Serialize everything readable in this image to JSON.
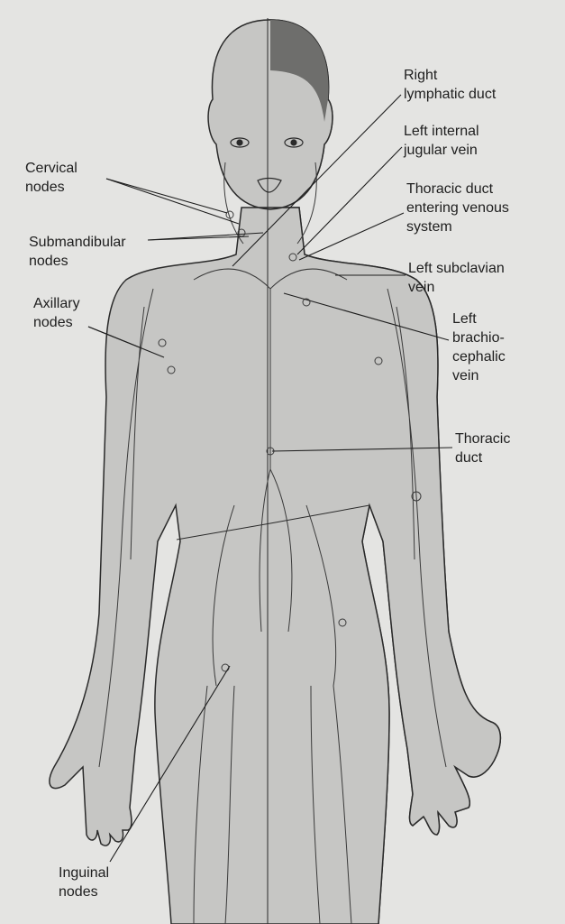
{
  "labels": {
    "right_lymphatic_duct": [
      "Right",
      "lymphatic duct"
    ],
    "left_internal_jugular_vein": [
      "Left internal",
      "jugular vein"
    ],
    "thoracic_duct_entering": [
      "Thoracic duct",
      "entering venous",
      "system"
    ],
    "left_subclavian_vein": [
      "Left subclavian",
      "vein"
    ],
    "left_brachiocephalic_vein": [
      "Left",
      "brachio-",
      "cephalic",
      "vein"
    ],
    "thoracic_duct": [
      "Thoracic",
      "duct"
    ],
    "cervical_nodes": [
      "Cervical",
      "nodes"
    ],
    "submandibular_nodes": [
      "Submandibular",
      "nodes"
    ],
    "axillary_nodes": [
      "Axillary",
      "nodes"
    ],
    "inguinal_nodes": [
      "Inguinal",
      "nodes"
    ]
  },
  "colors": {
    "background": "#e4e4e2",
    "body_light": "#c6c6c4",
    "body_dark": "#b0b0ae",
    "hair": "#6e6e6c",
    "line": "#1e1e1e"
  }
}
